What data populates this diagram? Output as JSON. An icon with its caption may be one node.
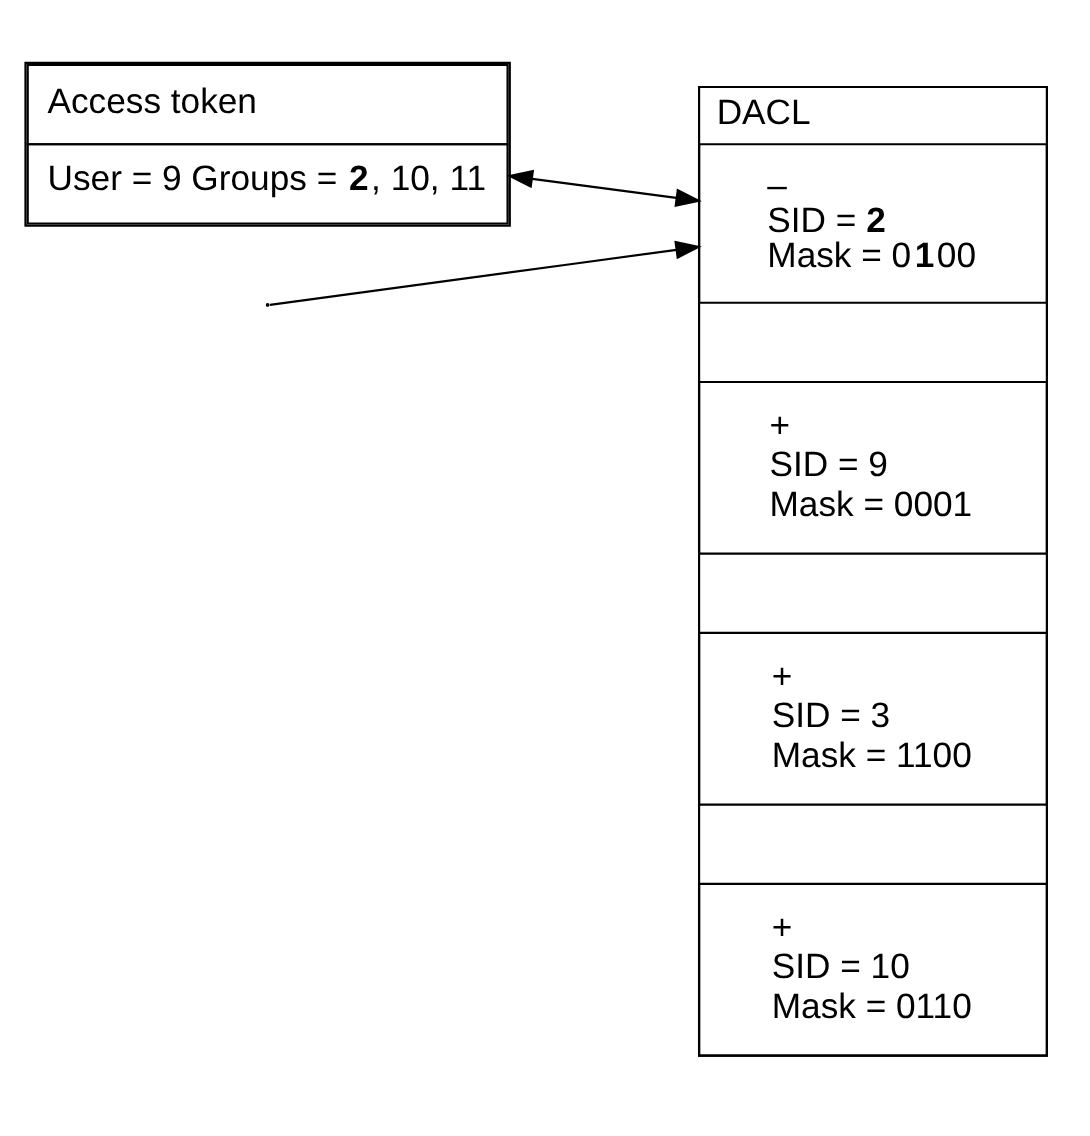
{
  "diagram": {
    "nodes": [
      {
        "text": [
          "Access token",
          "User = 9 Groups = **2**, 10, 11"
        ]
      },
      {
        "text": [
          "DACL"
        ]
      },
      {
        "text": [
          "–",
          "SID = **2**",
          "Mask = 0**1**00"
        ],
        "in": 1
      },
      {
        "text": [
          "+",
          "SID = 9",
          "Mask = 0001"
        ],
        "in": 1
      },
      {
        "text": [
          "+",
          "SID = 3",
          "Mask = 1100"
        ],
        "in": 1
      },
      {
        "text": [
          "+",
          "SID = 10",
          "Mask = 0110"
        ],
        "in": 1
      }
    ],
    "edges": [
      {
        "from": 0,
        "to": 2,
        "arrow": "both"
      },
      {
        "from": null,
        "to": 2,
        "arrow": "to"
      }
    ]
  }
}
